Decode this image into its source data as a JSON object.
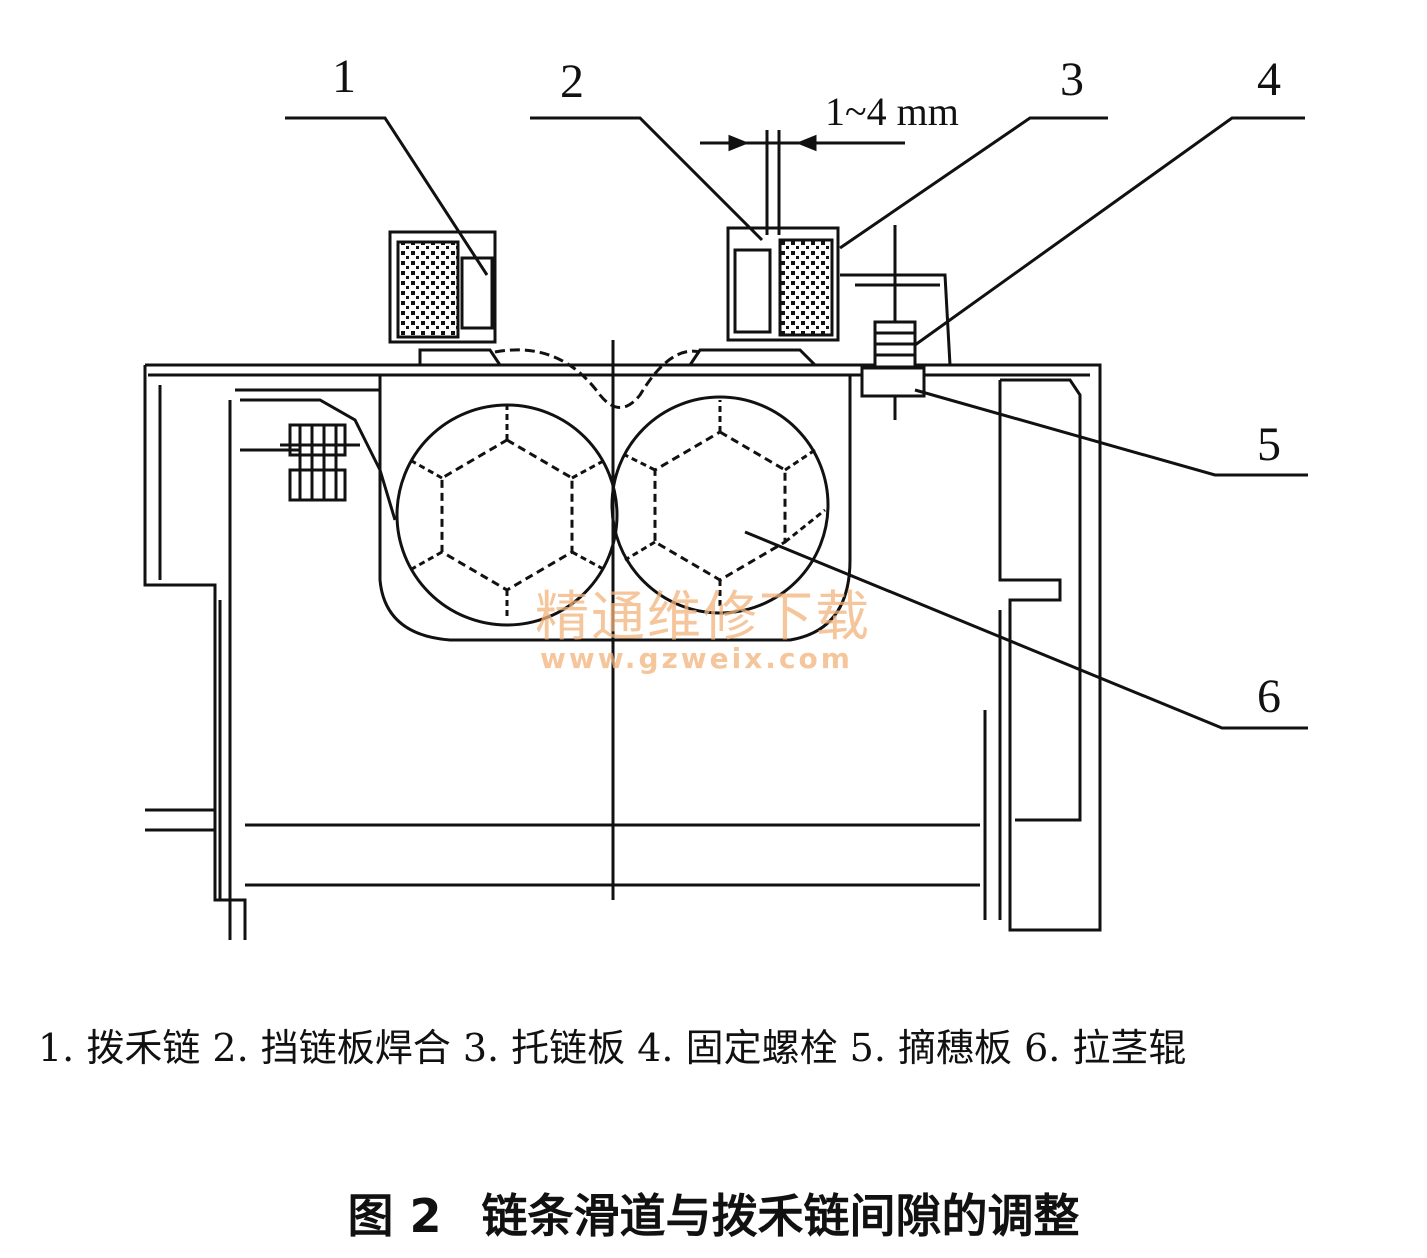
{
  "figure": {
    "callouts": [
      "1",
      "2",
      "3",
      "4",
      "5",
      "6"
    ],
    "dimension": "1~4 mm",
    "watermark": {
      "text": "精通维修下载",
      "url": "www.gzweix.com"
    }
  },
  "legend": "1. 拨禾链 2. 挡链板焊合 3. 托链板 4. 固定螺栓 5. 摘穗板 6. 拉茎辊",
  "caption": {
    "number": "图 2",
    "title": "链条滑道与拨禾链间隙的调整"
  }
}
